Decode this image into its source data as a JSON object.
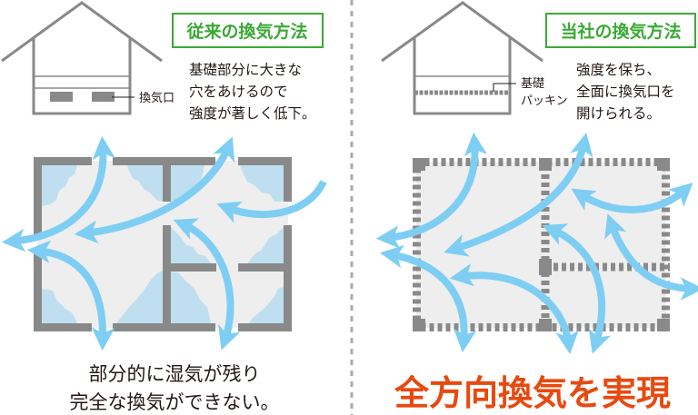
{
  "colors": {
    "title_green": "#3aaa35",
    "wall_gray": "#898989",
    "floor_fill": "#eeeeee",
    "moisture_blue": "#bfdff0",
    "airflow_blue": "#7ecef4",
    "highlight_orange": "#e8490f"
  },
  "left_panel": {
    "title": "従来の換気方法",
    "description": [
      "基礎部分に大きな",
      "穴をあけるので",
      "強度が著しく低下。"
    ],
    "vent_label": "換気口",
    "caption": [
      "部分的に湿気が残り",
      "完全な換気ができない。"
    ]
  },
  "right_panel": {
    "title": "当社の換気方法",
    "description": [
      "強度を保ち、",
      "全面に換気口を",
      "開けられる。"
    ],
    "packing_label": [
      "基礎",
      "パッキン"
    ],
    "caption": "全方向換気を実現"
  }
}
